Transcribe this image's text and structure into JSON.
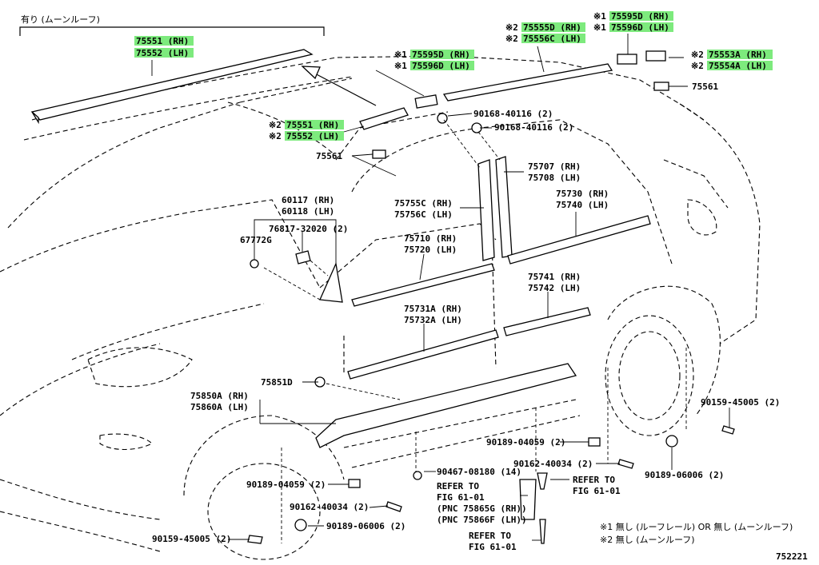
{
  "header": {
    "group_label": "有り (ムーンルーフ)"
  },
  "labels": {
    "l_75551_a": "75551 (RH)",
    "l_75552_a": "75552 (LH)",
    "l_75551_b": "75551 (RH)",
    "l_75552_b": "75552 (LH)",
    "l_75595d_a": "75595D (RH)",
    "l_75596d_a": "75596D (LH)",
    "l_75555d": "75555D (RH)",
    "l_75556c": "75556C (LH)",
    "l_75595d_b": "75595D (RH)",
    "l_75596d_b": "75596D (LH)",
    "l_75553a": "75553A (RH)",
    "l_75554a": "75554A (LH)",
    "l_75561_a": "75561",
    "l_75561_b": "75561",
    "l_90168_a": "90168-40116 (2)",
    "l_90168_b": "90168-40116 (2)",
    "l_75707": "75707 (RH)",
    "l_75708": "75708 (LH)",
    "l_75755c": "75755C (RH)",
    "l_75756c": "75756C (LH)",
    "l_75730": "75730 (RH)",
    "l_75740": "75740 (LH)",
    "l_60117": "60117 (RH)",
    "l_60118": "60118 (LH)",
    "l_76817": "76817-32020 (2)",
    "l_67772g": "67772G",
    "l_75710": "75710 (RH)",
    "l_75720": "75720 (LH)",
    "l_75741": "75741 (RH)",
    "l_75742": "75742 (LH)",
    "l_75731a": "75731A (RH)",
    "l_75732a": "75732A (LH)",
    "l_75851d": "75851D",
    "l_75850a": "75850A (RH)",
    "l_75860a": "75860A (LH)",
    "l_90159_a": "90159-45005 (2)",
    "l_90189_a": "90189-04059 (2)",
    "l_90162_a": "90162-40034 (2)",
    "l_90189_b": "90189-06006 (2)",
    "l_90467": "90467-08180 (14)",
    "l_refer1a": "REFER TO",
    "l_refer1b": "FIG 61-01",
    "l_pnc1": "(PNC 75865G (RH))",
    "l_pnc2": "(PNC 75866F (LH))",
    "l_refer2a": "REFER TO",
    "l_refer2b": "FIG 61-01",
    "l_refer3a": "REFER TO",
    "l_refer3b": "FIG 61-01",
    "l_90189_c": "90189-04059 (2)",
    "l_90162_b": "90162-40034 (2)",
    "l_90189_d": "90189-06006 (2)",
    "l_90159_b": "90159-45005 (2)"
  },
  "marks": {
    "m1": "※1",
    "m2": "※2"
  },
  "notes": {
    "note1": "※1 無し (ルーフレール) OR 無し (ムーンルーフ)",
    "note2": "※2 無し (ムーンルーフ)"
  },
  "figure_id": "752221",
  "colors": {
    "highlight": "#7dea7d",
    "line": "#000000"
  }
}
